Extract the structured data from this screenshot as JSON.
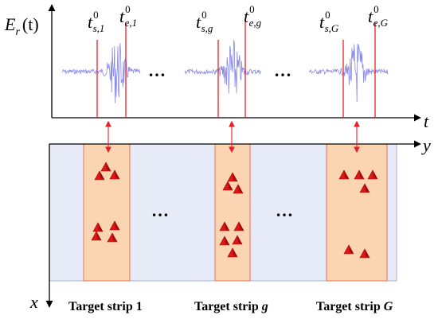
{
  "top_plot": {
    "y_axis_label": "E",
    "y_axis_subscript": "r",
    "y_axis_arg": "(t)",
    "x_axis_label": "t",
    "ellipsis": "…",
    "markers": [
      {
        "base": "t",
        "sup": "0",
        "sub": "s,1"
      },
      {
        "base": "t",
        "sup": "0",
        "sub": "e,1"
      },
      {
        "base": "t",
        "sup": "0",
        "sub": "s,g"
      },
      {
        "base": "t",
        "sup": "0",
        "sub": "e,g"
      },
      {
        "base": "t",
        "sup": "0",
        "sub": "s,G"
      },
      {
        "base": "t",
        "sup": "0",
        "sub": "e,G"
      }
    ],
    "colors": {
      "signal": "#8a8ae8",
      "marker": "#e8202a",
      "axis": "#000000"
    }
  },
  "bottom_plot": {
    "y_axis_label": "y",
    "x_axis_label": "x",
    "ellipsis": "…",
    "strips": [
      {
        "label_prefix": "Target strip ",
        "label_index": "1"
      },
      {
        "label_prefix": "Target strip ",
        "label_index": "g"
      },
      {
        "label_prefix": "Target strip ",
        "label_index": "G"
      }
    ],
    "colors": {
      "background": "#e6ebf7",
      "strip": "#fbd5b2",
      "strip_border": "#ee6e5a",
      "target": "#e01515"
    }
  }
}
